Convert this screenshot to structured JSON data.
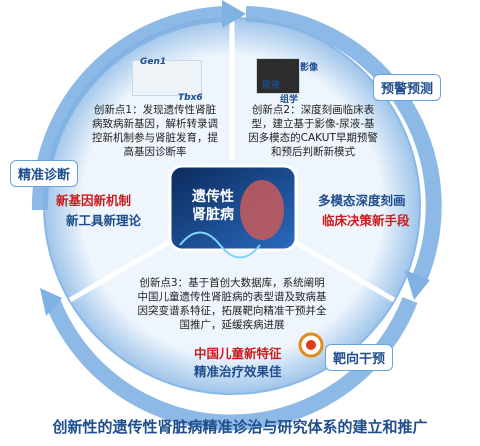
{
  "center": {
    "text": "遗传性\n肾脏病"
  },
  "tags": {
    "diagnosis": "精准诊断",
    "prediction": "预警预测",
    "intervention": "靶向干预"
  },
  "innovations": {
    "one": "创新点1：发现遗传性肾脏\n病致病新基因，解析转录调\n控新机制参与肾脏发育，提\n高基因诊断率",
    "two": "创新点2：深度刻画临床表\n型，建立基于影像-尿液-基\n因多模态的CAKUT早期预警\n和预后判断新模式",
    "three": "创新点3：基于首创大数据库，系统阐明\n中国儿童遗传性肾脏病的表型谱及致病基\n因突变谱系特征，拓展靶向精准干预并全\n国推广，延缓疾病进展"
  },
  "slogans": {
    "left_red": "新基因新机制",
    "left_blue": "新工具新理论",
    "right_blue": "多模态深度刻画",
    "right_red": "临床决策新手段",
    "bottom_red": "中国儿童新特征",
    "bottom_blue": "精准治疗效果佳"
  },
  "thumb_labels": {
    "gene1": "Gen1",
    "gene2": "Tbx6",
    "imaging": "影像",
    "urine": "尿液",
    "omics": "组学"
  },
  "title": "创新性的遗传性肾脏病精准诊治与研究体系的建立和推广",
  "colors": {
    "arrow_blue": "#7fb1e3",
    "arrow_light": "#b9d5f0",
    "accent_blue": "#1f4e8c",
    "accent_red": "#c81d1d"
  }
}
